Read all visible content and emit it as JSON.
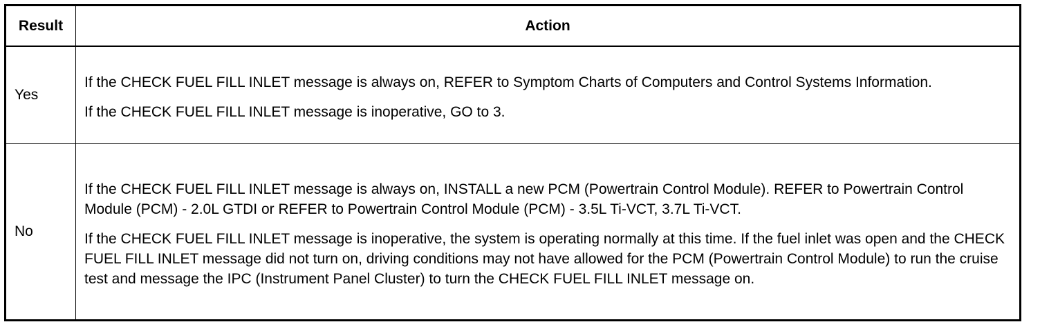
{
  "table": {
    "headers": {
      "result": "Result",
      "action": "Action"
    },
    "rows": [
      {
        "result": "Yes",
        "actions": [
          "If the CHECK FUEL FILL INLET message is always on, REFER to Symptom Charts of  Computers and Control Systems Information.",
          "If the CHECK FUEL FILL INLET message is inoperative, GO to 3."
        ]
      },
      {
        "result": "No",
        "actions": [
          "If the CHECK FUEL FILL INLET message is always on, INSTALL a new PCM (Powertrain Control Module). REFER to Powertrain Control Module (PCM) - 2.0L GTDI or REFER to Powertrain Control Module (PCM) - 3.5L Ti-VCT, 3.7L Ti-VCT.",
          "If the CHECK FUEL FILL INLET message is inoperative, the system is operating normally at this time. If the fuel inlet was open and the CHECK FUEL FILL INLET message did not turn on, driving conditions may not have allowed for the PCM (Powertrain Control Module) to run the cruise test and message the IPC (Instrument Panel Cluster) to turn the CHECK FUEL FILL INLET message on."
        ]
      }
    ]
  }
}
